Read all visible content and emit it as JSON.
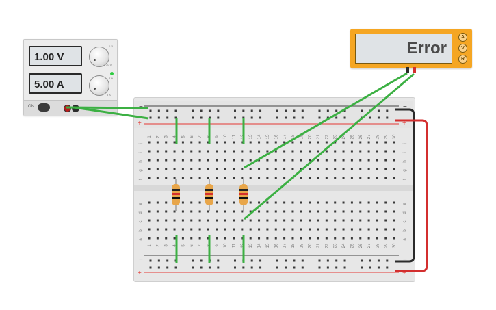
{
  "power_supply": {
    "voltage": "1.00 V",
    "current": "5.00 A",
    "switch_label": "ON",
    "voltage_knob_labels": [
      "0 V",
      "30 V"
    ],
    "current_knob_labels": [
      "0 A",
      "5 A"
    ]
  },
  "multimeter": {
    "reading": "Error",
    "modes": [
      "A",
      "V",
      "R"
    ],
    "body_color": "#f5a623"
  },
  "breadboard": {
    "column_numbers": [
      "1",
      "2",
      "3",
      "4",
      "5",
      "6",
      "7",
      "8",
      "9",
      "10",
      "11",
      "12",
      "13",
      "14",
      "15",
      "16",
      "17",
      "18",
      "19",
      "20",
      "21",
      "22",
      "23",
      "24",
      "25",
      "26",
      "27",
      "28",
      "29",
      "30"
    ],
    "upper_rows": [
      "j",
      "i",
      "h",
      "g",
      "f"
    ],
    "lower_rows": [
      "e",
      "d",
      "c",
      "b",
      "a"
    ],
    "rail_minus": "−",
    "rail_plus": "+"
  },
  "colors": {
    "wire_green": "#3cb043",
    "wire_red": "#d32f2f",
    "wire_black": "#2b2b2b",
    "rail_red": "#e53935",
    "rail_dark": "#424242"
  }
}
